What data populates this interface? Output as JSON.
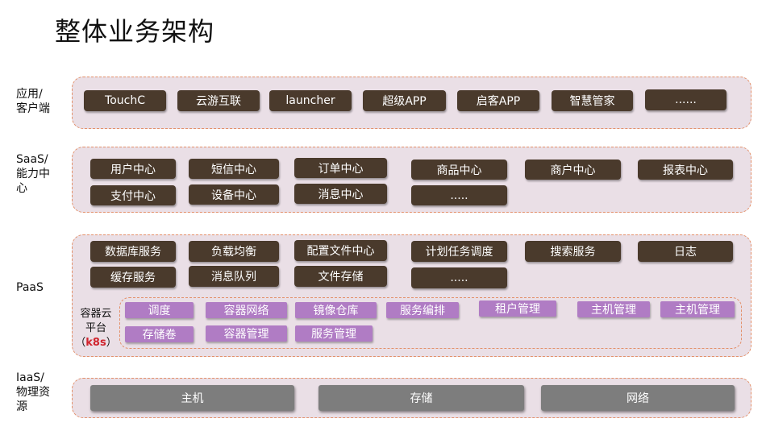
{
  "title": "整体业务架构",
  "layers": {
    "app": {
      "label_line1": "应用/",
      "label_line2": "客户端",
      "items": [
        "TouchC",
        "云游互联",
        "launcher",
        "超级APP",
        "启客APP",
        "智慧管家",
        "......"
      ]
    },
    "saas": {
      "label_line1": "SaaS/",
      "label_line2": "能力中",
      "label_line3": "心",
      "items": [
        "用户中心",
        "短信中心",
        "订单中心",
        "商品中心",
        "商户中心",
        "报表中心",
        "支付中心",
        "设备中心",
        "消息中心",
        "....."
      ]
    },
    "paas": {
      "label": "PaaS",
      "items": [
        "数据库服务",
        "负载均衡",
        "配置文件中心",
        "计划任务调度",
        "搜索服务",
        "日志",
        "缓存服务",
        "消息队列",
        "文件存储",
        "....."
      ],
      "container_platform": {
        "label_line1": "容器云",
        "label_line2": "平台",
        "label_line3_prefix": "（",
        "label_line3_main": "k8s",
        "label_line3_suffix": "）",
        "items": [
          "调度",
          "容器网络",
          "镜像仓库",
          "服务编排",
          "租户管理",
          "主机管理",
          "主机管理",
          "存储卷",
          "容器管理",
          "服务管理"
        ]
      }
    },
    "iaas": {
      "label_line1": "IaaS/",
      "label_line2": "物理资",
      "label_line3": "源",
      "items": [
        "主机",
        "存储",
        "网络"
      ]
    }
  },
  "colors": {
    "panel_fill": "#eadfe6",
    "panel_border": "#e3906a",
    "dark_box": "#4a3a2c",
    "purple_box": "#b07cc4",
    "gray_box": "#7d7d7d",
    "k8s_highlight": "#d0242e"
  }
}
